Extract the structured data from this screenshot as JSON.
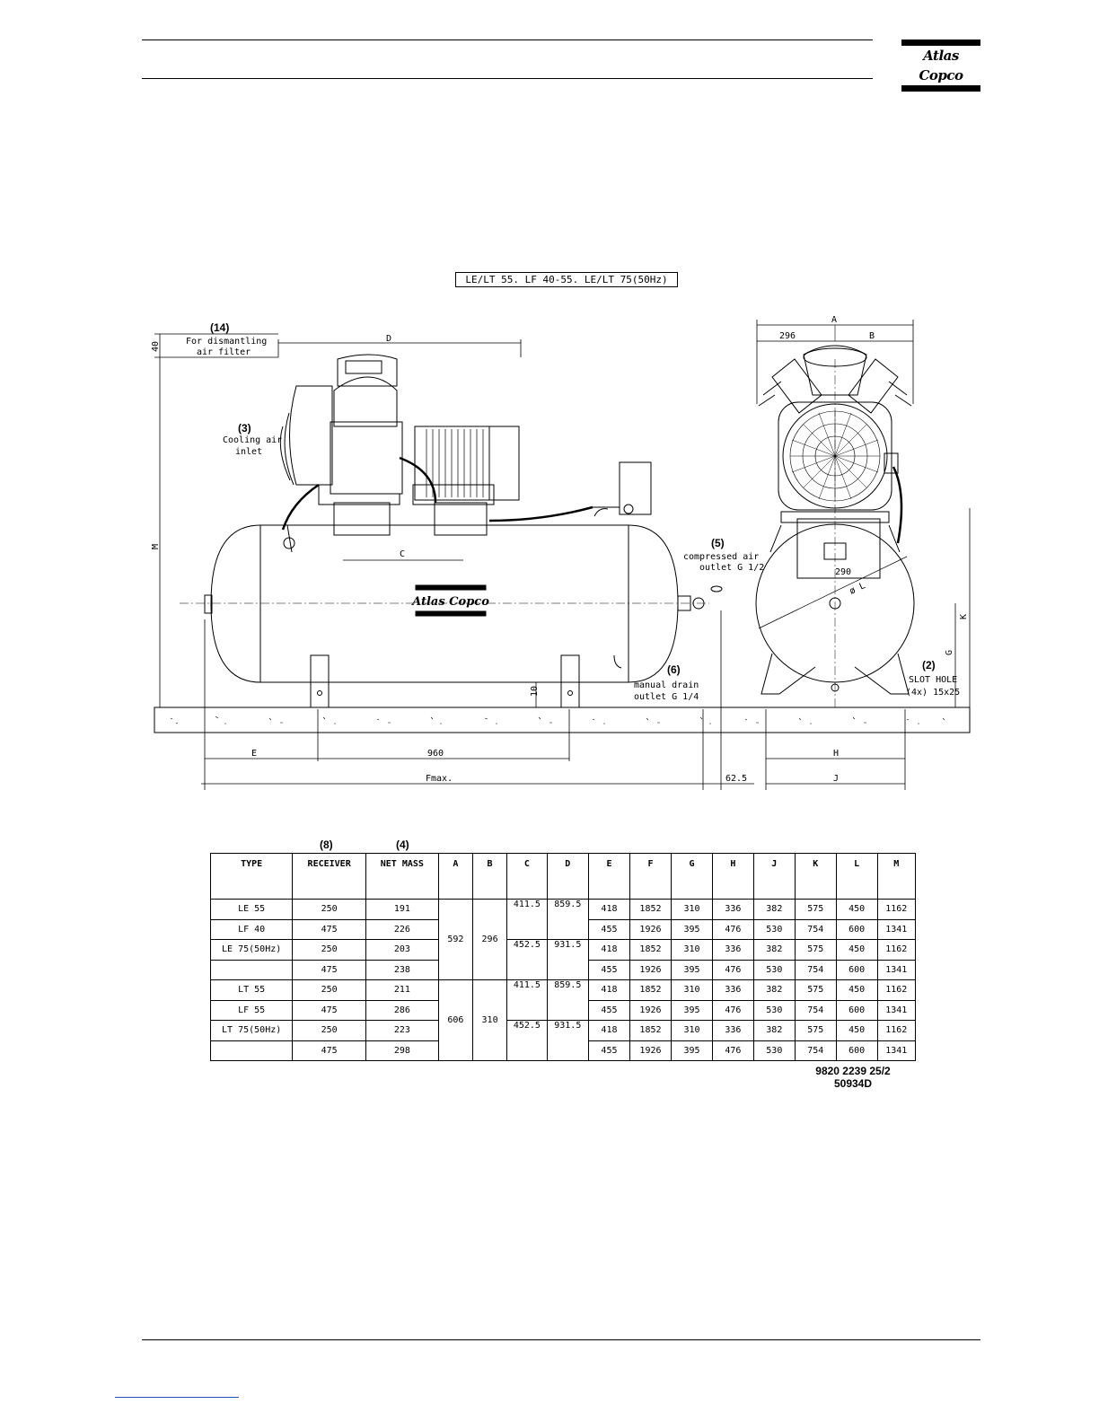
{
  "header": {
    "brand": "Atlas Copco"
  },
  "drawing": {
    "title": "LE/LT 55. LF 40-55. LE/LT 75(50Hz)",
    "callouts": {
      "c14_num": "(14)",
      "c14_line1": "For dismantling",
      "c14_line2": "air filter",
      "c3_num": "(3)",
      "c3_line1": "Cooling air",
      "c3_line2": "inlet",
      "c5_num": "(5)",
      "c5_line1": "compressed air",
      "c5_line2": "outlet G 1/2",
      "c6_num": "(6)",
      "c6_line1": "manual drain",
      "c6_line2": "outlet G 1/4",
      "c2_num": "(2)",
      "c2_line1": "SLOT HOLE",
      "c2_line2": "(4x) 15x25"
    },
    "dims": {
      "D": "D",
      "C": "C",
      "A": "A",
      "B": "B",
      "d296": "296",
      "d290": "290",
      "L": "ø L",
      "K": "K",
      "G": "G",
      "M": "M",
      "d40": "40",
      "d10": "10",
      "E": "E",
      "d960": "960",
      "H": "H",
      "Fmax": "Fmax.",
      "d625": "62.5",
      "J": "J"
    },
    "receiver_brand": "Atlas Copco"
  },
  "table": {
    "refs": {
      "receiver": "(8)",
      "mass": "(4)"
    },
    "headers": [
      "TYPE",
      "RECEIVER",
      "NET MASS",
      "A",
      "B",
      "C",
      "D",
      "E",
      "F",
      "G",
      "H",
      "J",
      "K",
      "L",
      "M"
    ],
    "groups": [
      {
        "A": "592",
        "B": "296",
        "rows": [
          {
            "type": "LE 55",
            "receiver": "250",
            "mass": "191",
            "C": "411.5",
            "D": "859.5",
            "E": "418",
            "F": "1852",
            "G": "310",
            "H": "336",
            "J": "382",
            "K": "575",
            "L": "450",
            "M": "1162"
          },
          {
            "type": "LF 40",
            "receiver": "475",
            "mass": "226",
            "C": "",
            "D": "",
            "E": "455",
            "F": "1926",
            "G": "395",
            "H": "476",
            "J": "530",
            "K": "754",
            "L": "600",
            "M": "1341"
          },
          {
            "type": "LE 75(50Hz)",
            "receiver": "250",
            "mass": "203",
            "C": "452.5",
            "D": "931.5",
            "E": "418",
            "F": "1852",
            "G": "310",
            "H": "336",
            "J": "382",
            "K": "575",
            "L": "450",
            "M": "1162"
          },
          {
            "type": "",
            "receiver": "475",
            "mass": "238",
            "C": "",
            "D": "",
            "E": "455",
            "F": "1926",
            "G": "395",
            "H": "476",
            "J": "530",
            "K": "754",
            "L": "600",
            "M": "1341"
          }
        ]
      },
      {
        "A": "606",
        "B": "310",
        "rows": [
          {
            "type": "LT 55",
            "receiver": "250",
            "mass": "211",
            "C": "411.5",
            "D": "859.5",
            "E": "418",
            "F": "1852",
            "G": "310",
            "H": "336",
            "J": "382",
            "K": "575",
            "L": "450",
            "M": "1162"
          },
          {
            "type": "LF 55",
            "receiver": "475",
            "mass": "286",
            "C": "",
            "D": "",
            "E": "455",
            "F": "1926",
            "G": "395",
            "H": "476",
            "J": "530",
            "K": "754",
            "L": "600",
            "M": "1341"
          },
          {
            "type": "LT 75(50Hz)",
            "receiver": "250",
            "mass": "223",
            "C": "452.5",
            "D": "931.5",
            "E": "418",
            "F": "1852",
            "G": "310",
            "H": "336",
            "J": "382",
            "K": "575",
            "L": "450",
            "M": "1162"
          },
          {
            "type": "",
            "receiver": "475",
            "mass": "298",
            "C": "",
            "D": "",
            "E": "455",
            "F": "1926",
            "G": "395",
            "H": "476",
            "J": "530",
            "K": "754",
            "L": "600",
            "M": "1341"
          }
        ]
      }
    ]
  },
  "doc_number": {
    "line1": "9820 2239 25/2",
    "line2": "50934D"
  }
}
